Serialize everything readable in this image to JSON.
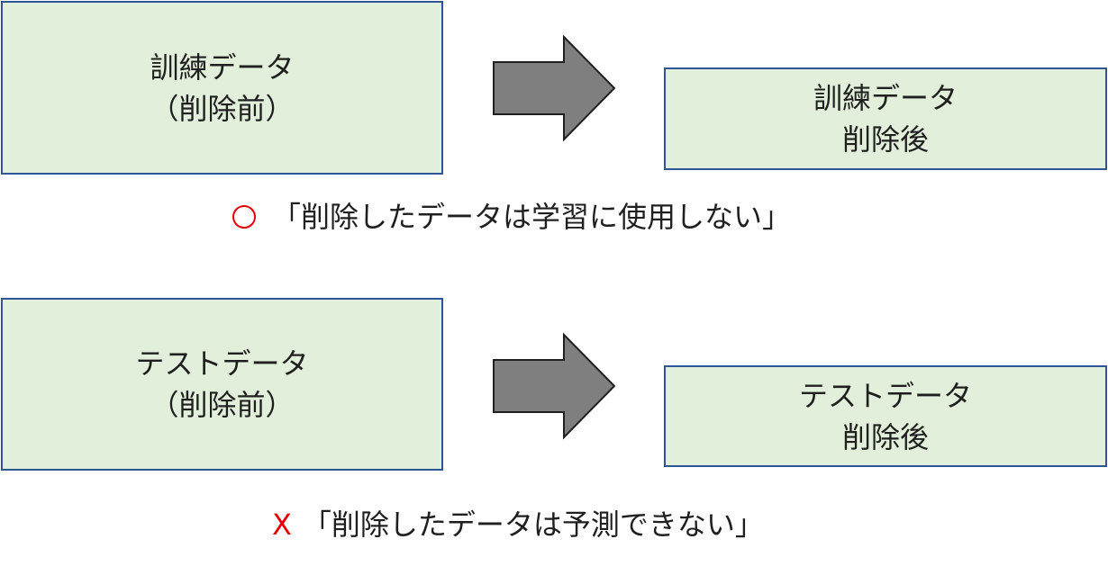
{
  "train": {
    "before": {
      "line1": "訓練データ",
      "line2": "（削除前）"
    },
    "after": {
      "line1": "訓練データ",
      "line2": "削除後"
    },
    "note": {
      "mark": "○",
      "text": "「削除したデータは学習に使用しない」"
    }
  },
  "test": {
    "before": {
      "line1": "テストデータ",
      "line2": "（削除前）"
    },
    "after": {
      "line1": "テストデータ",
      "line2": "削除後"
    },
    "note": {
      "mark": "X",
      "text": "「削除したデータは予測できない」"
    }
  },
  "colors": {
    "box_fill": "#e2efda",
    "box_border": "#2f5597",
    "arrow_fill": "#7f7f7f",
    "mark_red": "#e60000"
  },
  "icons": {
    "arrow": "right-arrow-icon",
    "ok_mark": "circle-icon",
    "ng_mark": "x-icon"
  }
}
